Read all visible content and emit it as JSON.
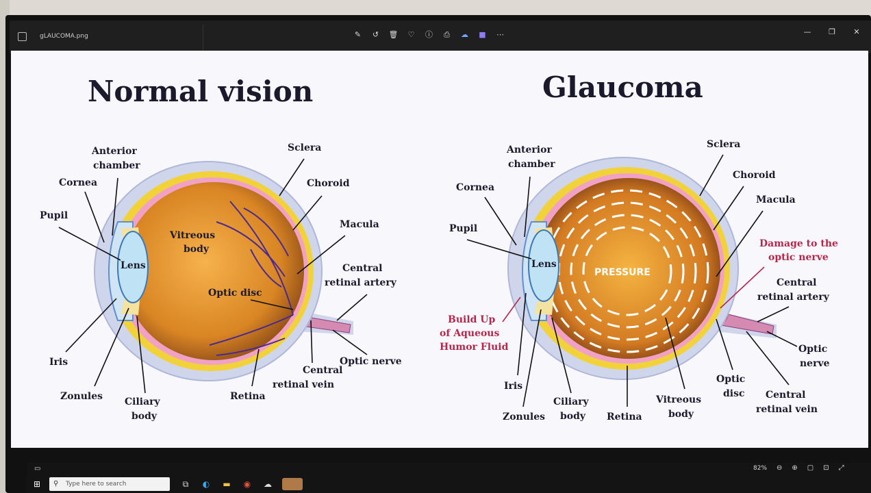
{
  "window": {
    "file_name": "gLAUCOMA.png",
    "toolbar_icons": [
      "edit-icon",
      "rotate-icon",
      "delete-icon",
      "favorite-icon",
      "info-icon",
      "print-icon",
      "cloud-icon",
      "clipchamp-icon",
      "more-icon"
    ],
    "controls": [
      "minimize-icon",
      "restore-icon",
      "close-icon"
    ]
  },
  "image": {
    "left_title": "Normal vision",
    "right_title": "Glaucoma",
    "left_labels": {
      "anterior_chamber_1": "Anterior",
      "anterior_chamber_2": "chamber",
      "cornea": "Cornea",
      "pupil": "Pupil",
      "lens": "Lens",
      "vitreous_1": "Vitreous",
      "vitreous_2": "body",
      "sclera": "Sclera",
      "choroid": "Choroid",
      "macula": "Macula",
      "central_artery_1": "Central",
      "central_artery_2": "retinal artery",
      "optic_disc": "Optic disc",
      "optic_nerve": "Optic nerve",
      "iris": "Iris",
      "zonules": "Zonules",
      "ciliary_1": "Ciliary",
      "ciliary_2": "body",
      "retina": "Retina",
      "central_vein_1": "Central",
      "central_vein_2": "retinal vein"
    },
    "right_labels": {
      "anterior_chamber_1": "Anterior",
      "anterior_chamber_2": "chamber",
      "cornea": "Cornea",
      "pupil": "Pupil",
      "lens": "Lens",
      "pressure": "PRESSURE",
      "sclera": "Sclera",
      "choroid": "Choroid",
      "macula": "Macula",
      "damage_1": "Damage to the",
      "damage_2": "optic nerve",
      "central_artery_1": "Central",
      "central_artery_2": "retinal artery",
      "optic_nerve_1": "Optic",
      "optic_nerve_2": "nerve",
      "build_up_1": "Build Up",
      "build_up_2": "of Aqueous",
      "build_up_3": "Humor Fluid",
      "iris": "Iris",
      "zonules": "Zonules",
      "ciliary_1": "Ciliary",
      "ciliary_2": "body",
      "retina": "Retina",
      "vitreous_1": "Vitreous",
      "vitreous_2": "body",
      "optic_disc_1": "Optic",
      "optic_disc_2": "disc",
      "central_vein_1": "Central",
      "central_vein_2": "retinal vein"
    }
  },
  "zoom": {
    "level": "82%",
    "icons": [
      "zoom-out-icon",
      "zoom-in-icon",
      "fit-icon",
      "filmstrip-icon",
      "fullscreen-icon"
    ]
  },
  "taskbar": {
    "search_placeholder": "Type here to search",
    "icons": [
      "task-view-icon",
      "edge-icon",
      "file-explorer-icon",
      "chrome-icon",
      "cloud-app-icon",
      "photos-app-icon"
    ]
  },
  "colors": {
    "vitreous": "#e2962f",
    "sclera": "#cfd6ec",
    "choroid": "#f2d23a",
    "retina": "#f1a2c4",
    "vessel": "#4a2a8e",
    "damage": "#b5284b",
    "frame_bg": "#f8f7fb"
  }
}
